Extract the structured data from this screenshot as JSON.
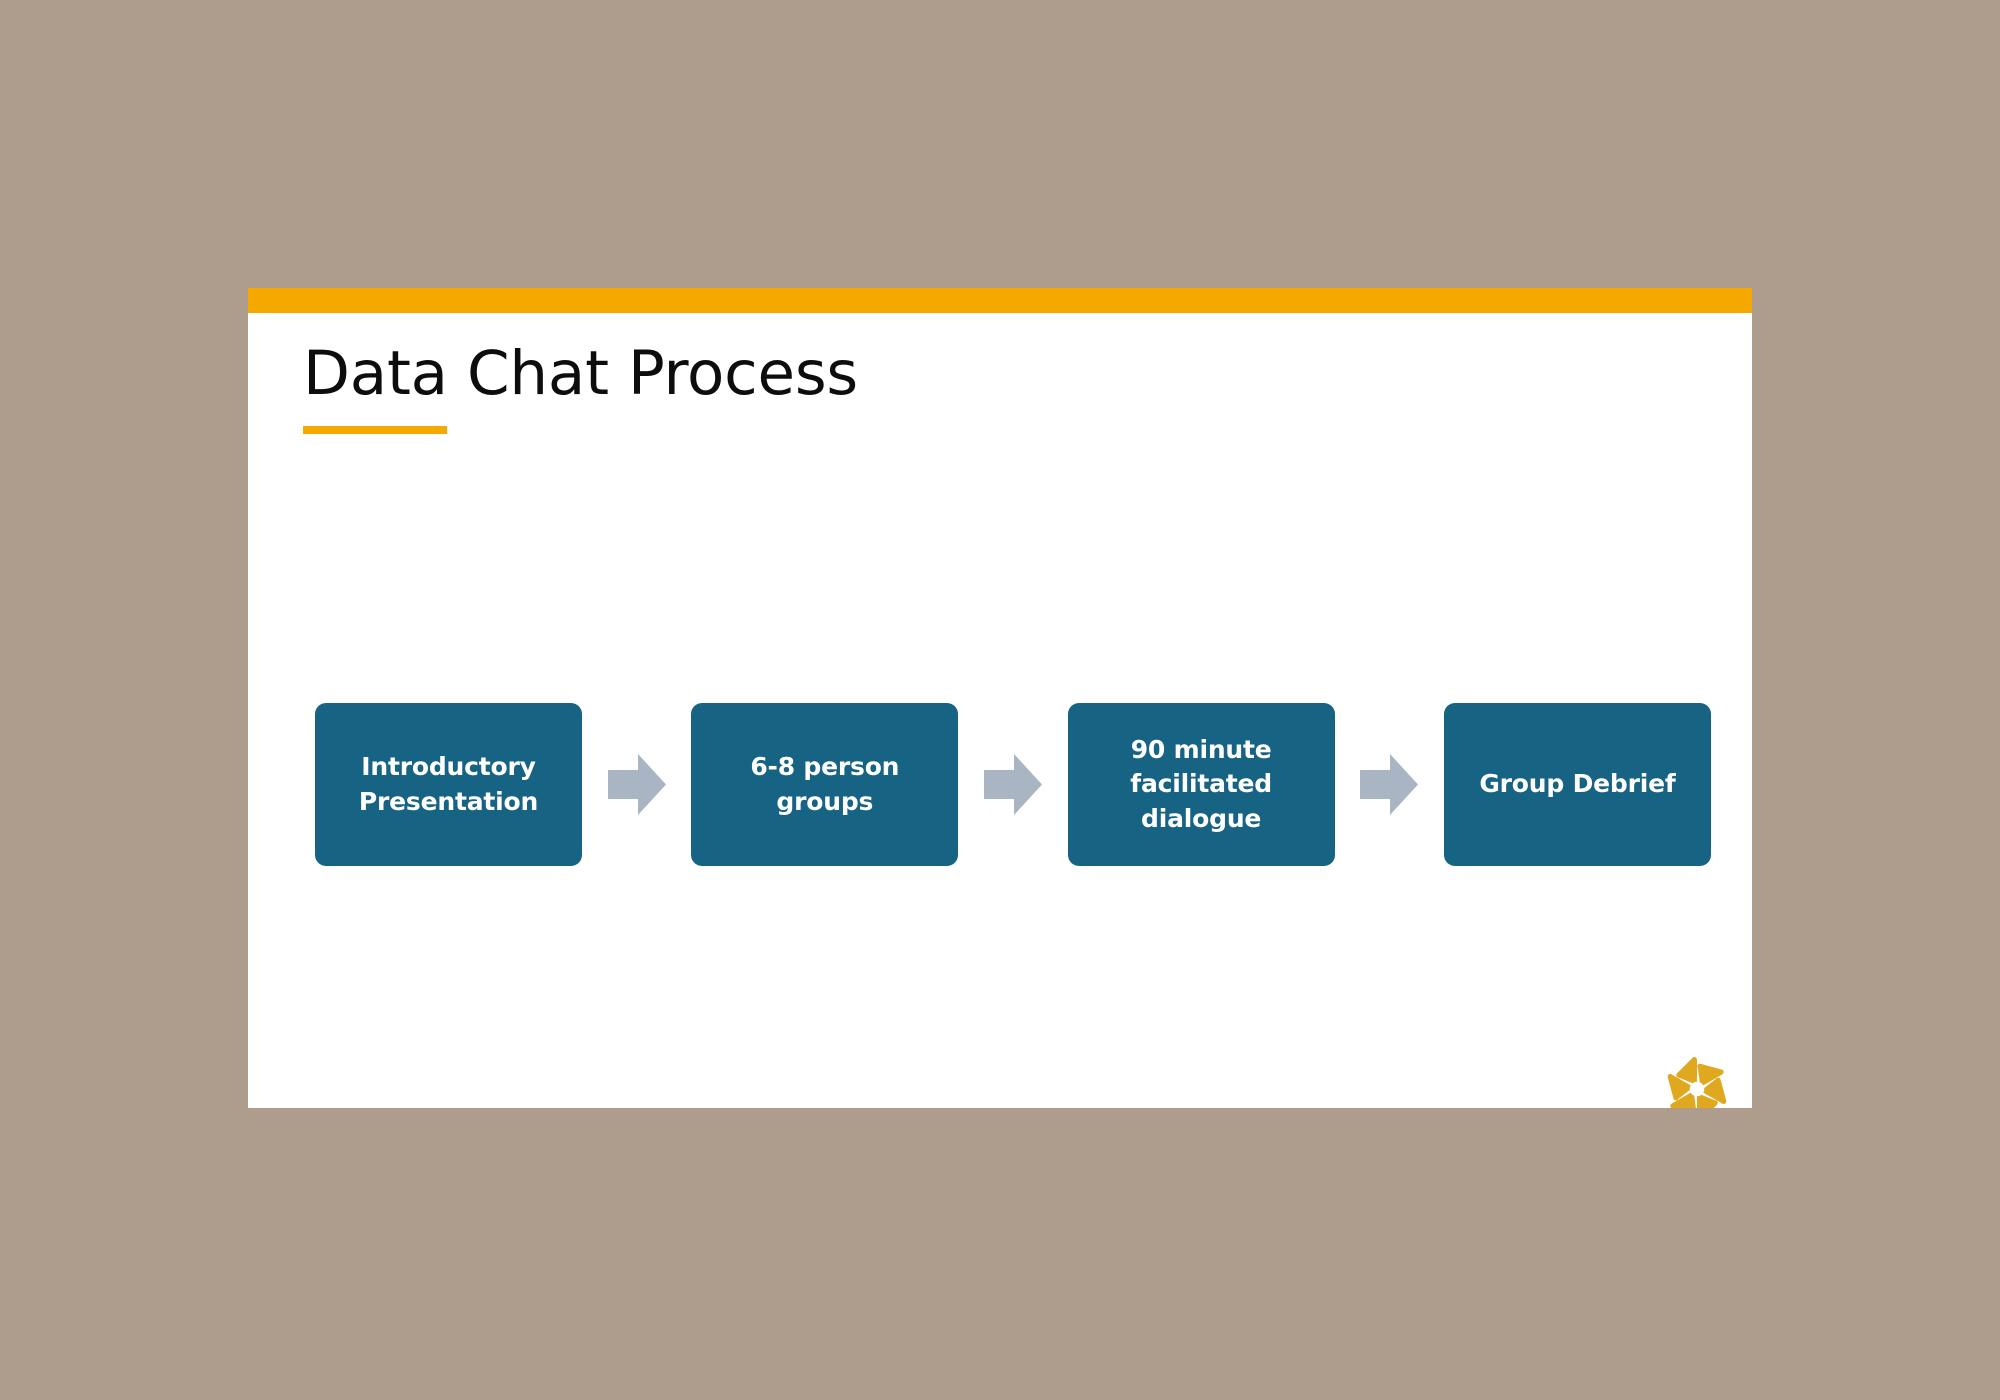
{
  "theme": {
    "page_background": "#ae9c8d",
    "slide_background": "#ffffff",
    "accent_orange": "#f5a800",
    "box_teal": "#176383",
    "arrow_gray_blue": "#aab5c3",
    "title_color": "#0d0d0d",
    "box_text_color": "#ffffff",
    "logo_gold": "#e0a81f"
  },
  "slide": {
    "title": "Data Chat Process",
    "topbar_label": "orange-accent-bar",
    "title_rule_label": "orange-title-underline"
  },
  "diagram_data": {
    "type": "process-flow",
    "orientation": "horizontal",
    "step_count": 4,
    "connector": "block-arrow",
    "steps": [
      {
        "index": 1,
        "label": "Introductory\nPresentation",
        "lines": [
          "Introductory",
          "Presentation"
        ]
      },
      {
        "index": 2,
        "label": "6-8 person\ngroups",
        "lines": [
          "6-8 person",
          "groups"
        ]
      },
      {
        "index": 3,
        "label": "90 minute\nfacilitated\ndialogue",
        "lines": [
          "90 minute",
          "facilitated",
          "dialogue"
        ]
      },
      {
        "index": 4,
        "label": "Group Debrief",
        "lines": [
          "Group Debrief"
        ]
      }
    ],
    "arrows": [
      {
        "index": 1,
        "from_step": 1,
        "to_step": 2,
        "direction": "right"
      },
      {
        "index": 2,
        "from_step": 2,
        "to_step": 3,
        "direction": "right"
      },
      {
        "index": 3,
        "from_step": 3,
        "to_step": 4,
        "direction": "right"
      }
    ]
  },
  "logo": {
    "name": "pinwheel-logo",
    "petal_count": 6,
    "color": "#e0a81f"
  }
}
